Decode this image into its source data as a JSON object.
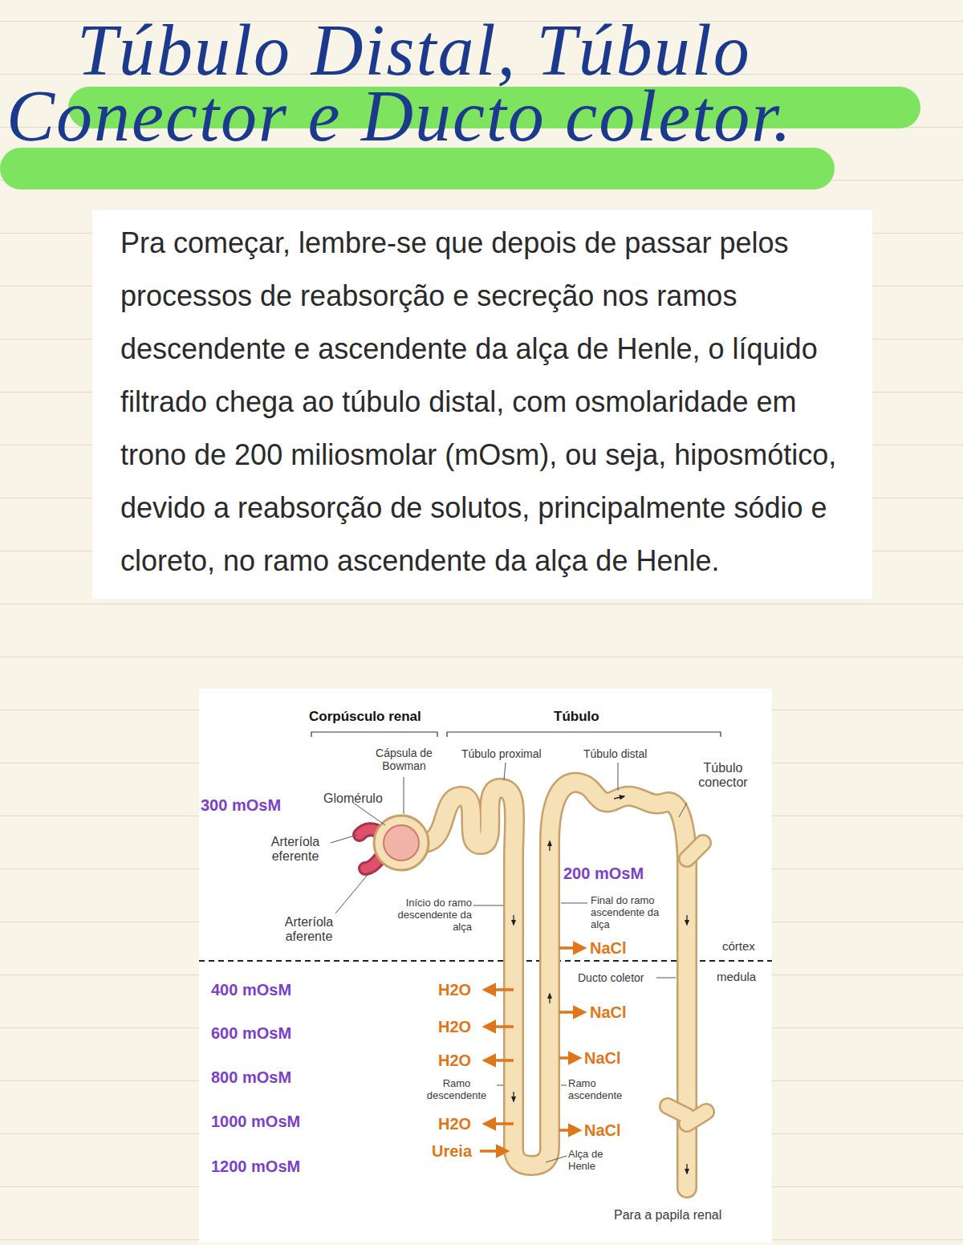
{
  "diagram": {
    "title": "Túbulo Distal, Túbulo Conector e Ducto coletor.",
    "nodes": [
      {
        "text": [
          "Pra começar, lembre-se que depois de passar pelos processos de reabsorção e secreção nos ramos descendente e ascendente da alça de Henle, o líquido filtrado chega ao túbulo distal, com osmolaridade em trono de 200 miliosmolar (mOsm), ou seja, hiposmótico, devido a reabsorção de solutos, principalmente sódio e cloreto, no ramo ascendente da alça de Henle."
        ]
      }
    ],
    "labels": [
      "Corpúsculo renal",
      "Túbulo",
      "Cápsula de Bowman",
      "Túbulo proximal",
      "Túbulo distal",
      "Túbulo conector",
      "300 mOsM",
      "Glomérulo",
      "Arteríola eferente",
      "200 mOsM",
      "Arteríola aferente",
      "Início do ramo descendente da alça",
      "Final do ramo ascendente da alça",
      "NaCl",
      "córtex",
      "medula",
      "Ducto coletor",
      "400 mOsM",
      "H2O",
      "NaCl",
      "600 mOsM",
      "H2O",
      "800 mOsM",
      "H2O",
      "NaCl",
      "Ramo descendente",
      "Ramo ascendente",
      "1000 mOsM",
      "H2O",
      "NaCl",
      "Ureia",
      "Alça de Henle",
      "1200 mOsM",
      "Para a papila renal"
    ]
  }
}
